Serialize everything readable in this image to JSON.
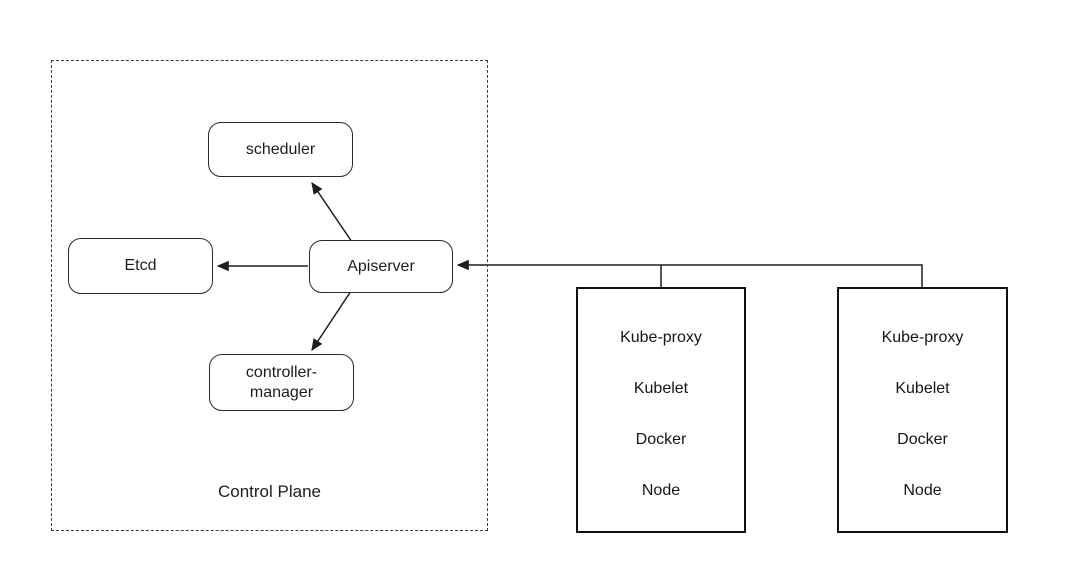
{
  "colors": {
    "line": "#1d1d1d",
    "background": "#ffffff",
    "box_border": "#2a2a2a"
  },
  "control_plane": {
    "label": "Control Plane",
    "scheduler": {
      "label": "scheduler"
    },
    "etcd": {
      "label": "Etcd"
    },
    "apiserver": {
      "label": "Apiserver"
    },
    "controller_manager": {
      "lines": [
        "controller-",
        "manager"
      ]
    }
  },
  "nodes": [
    {
      "items": [
        "Kube-proxy",
        "Kubelet",
        "Docker",
        "Node"
      ]
    },
    {
      "items": [
        "Kube-proxy",
        "Kubelet",
        "Docker",
        "Node"
      ]
    }
  ],
  "connections": [
    {
      "from": "apiserver",
      "to": "scheduler",
      "type": "arrow"
    },
    {
      "from": "apiserver",
      "to": "etcd",
      "type": "arrow"
    },
    {
      "from": "apiserver",
      "to": "controller-manager",
      "type": "arrow"
    },
    {
      "from": "worker-nodes",
      "to": "apiserver",
      "type": "arrow"
    }
  ]
}
